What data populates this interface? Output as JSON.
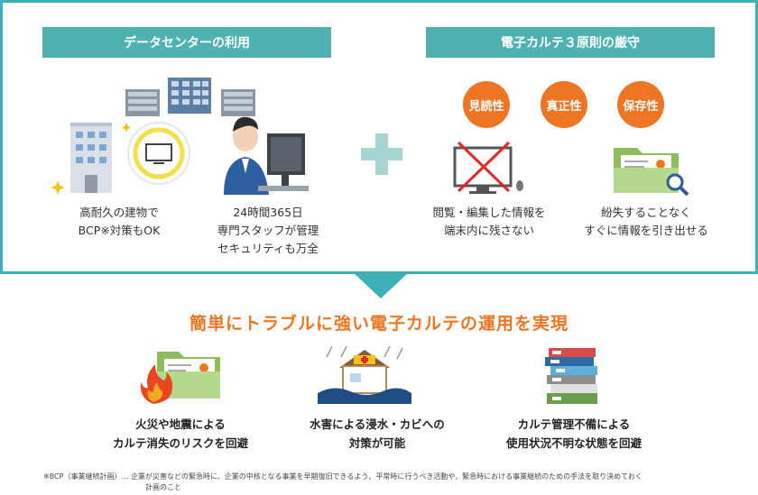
{
  "left_panel": {
    "header": "データセンターの利用",
    "building_caption": [
      "高耐久の建物で",
      "BCP※対策もOK"
    ],
    "staff_caption": [
      "24時間365日",
      "専門スタッフが管理",
      "セキュリティも万全"
    ]
  },
  "right_panel": {
    "header": "電子カルテ３原則の厳守",
    "principles": [
      "見読性",
      "真正性",
      "保存性"
    ],
    "terminal_caption": [
      "閲覧・編集した情報を",
      "端末内に残さない"
    ],
    "folder_caption": [
      "紛失することなく",
      "すぐに情報を引き出せる"
    ]
  },
  "headline": "簡単にトラブルに強い電子カルテの運用を実現",
  "benefits": [
    {
      "line1": "火災や地震による",
      "line2": "カルテ消失のリスクを回避"
    },
    {
      "line1": "水害による浸水・カビへの",
      "line2": "対策が可能"
    },
    {
      "line1": "カルテ管理不備による",
      "line2": "使用状況不明な状態を回避"
    }
  ],
  "footnote": {
    "line1": "※BCP（事業継続計画）… 企業が災害などの緊急時に、企業の中核となる事業を早期復旧できるよう、平常時に行うべき活動や、緊急時における事業継続のための手法を取り決めておく",
    "line2": "計画のこと"
  },
  "colors": {
    "teal": "#3cb1b5",
    "header_teal": "#4fb2b0",
    "orange": "#ee7524",
    "plus": "#a7d6d2"
  }
}
